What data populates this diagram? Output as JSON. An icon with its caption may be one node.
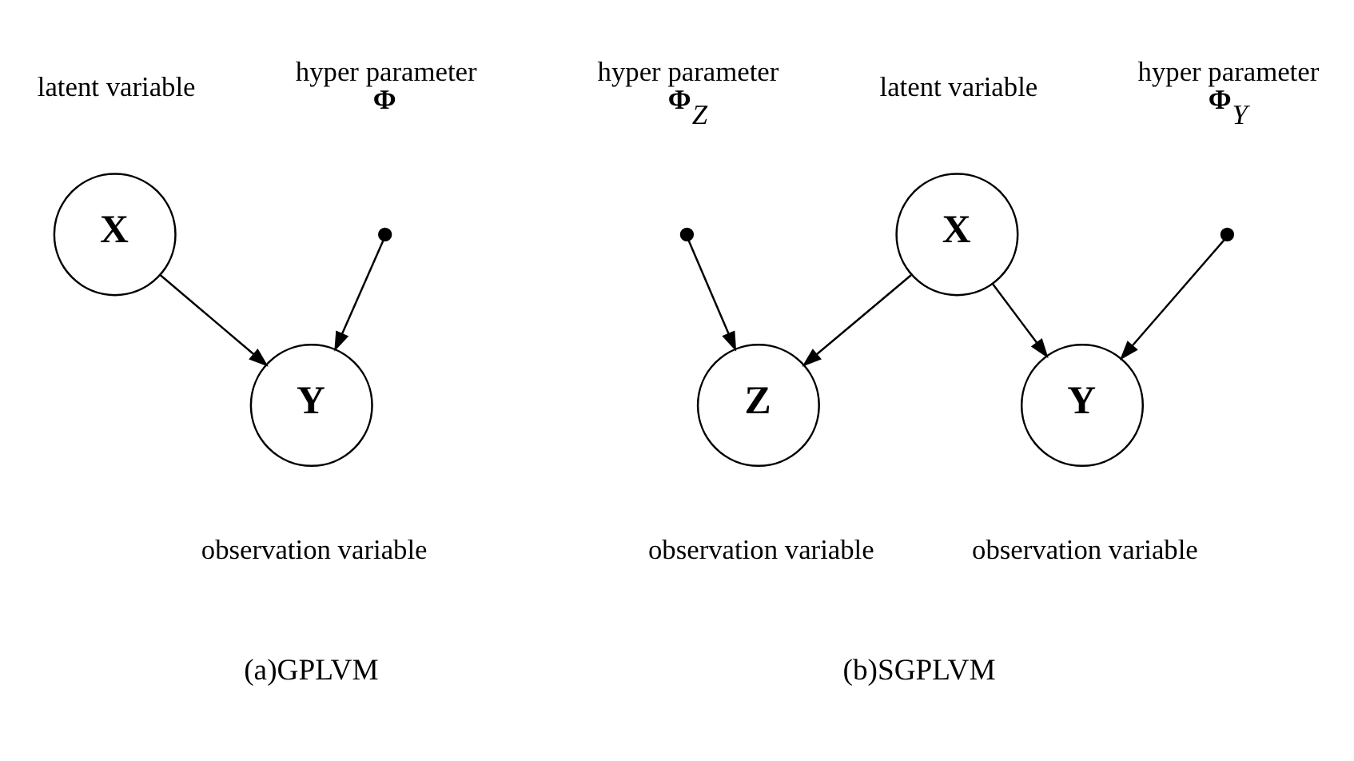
{
  "diagram": {
    "nodes": [
      {
        "text": [],
        "shape": "circle",
        "beside": [
          "hyper parameter",
          "Φ"
        ]
      },
      {
        "text": [
          "X"
        ],
        "beside": [
          "latent variable"
        ]
      },
      {
        "text": [
          "Y"
        ],
        "beside": [
          "observation variable"
        ]
      },
      {
        "text": [],
        "shape": "circle",
        "beside": [
          "hyper parameter",
          "Φ$_{Y}$"
        ]
      },
      {
        "text": [
          "X"
        ],
        "beside": [
          "latent variable"
        ]
      },
      {
        "text": [],
        "shape": "circle",
        "beside": [
          "hyper parameter",
          "Φ$_{Z}$"
        ]
      },
      {
        "text": [
          "Y"
        ],
        "beside": [
          "observation variable"
        ]
      },
      {
        "text": [
          "Z"
        ],
        "beside": [
          "observation variable"
        ]
      }
    ],
    "edges": [
      {
        "from": 0,
        "to": 2,
        "arrow": "to"
      },
      {
        "from": 1,
        "to": 2,
        "arrow": "to"
      },
      {
        "from": 3,
        "to": 6,
        "arrow": "to"
      },
      {
        "from": 4,
        "to": 6,
        "arrow": "to"
      },
      {
        "from": 4,
        "to": 7,
        "arrow": "to"
      },
      {
        "from": 5,
        "to": 7,
        "arrow": "to"
      }
    ],
    "labels": [
      "(a)GPLVM",
      "(b)SGPLVM"
    ]
  }
}
